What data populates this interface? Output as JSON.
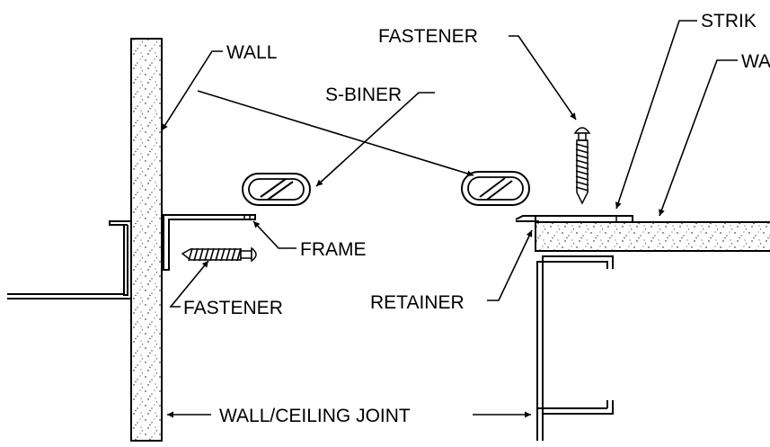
{
  "labels": {
    "wall_left": "WALL",
    "wall_right": "WA",
    "fastener_top": "FASTENER",
    "strike": "STRIK",
    "s_biner": "S-BINER",
    "frame": "FRAME",
    "fastener_bottom": "FASTENER",
    "retainer": "RETAINER",
    "wall_ceiling_joint": "WALL/CEILING JOINT"
  },
  "colors": {
    "line": "#000000",
    "background": "#ffffff"
  }
}
